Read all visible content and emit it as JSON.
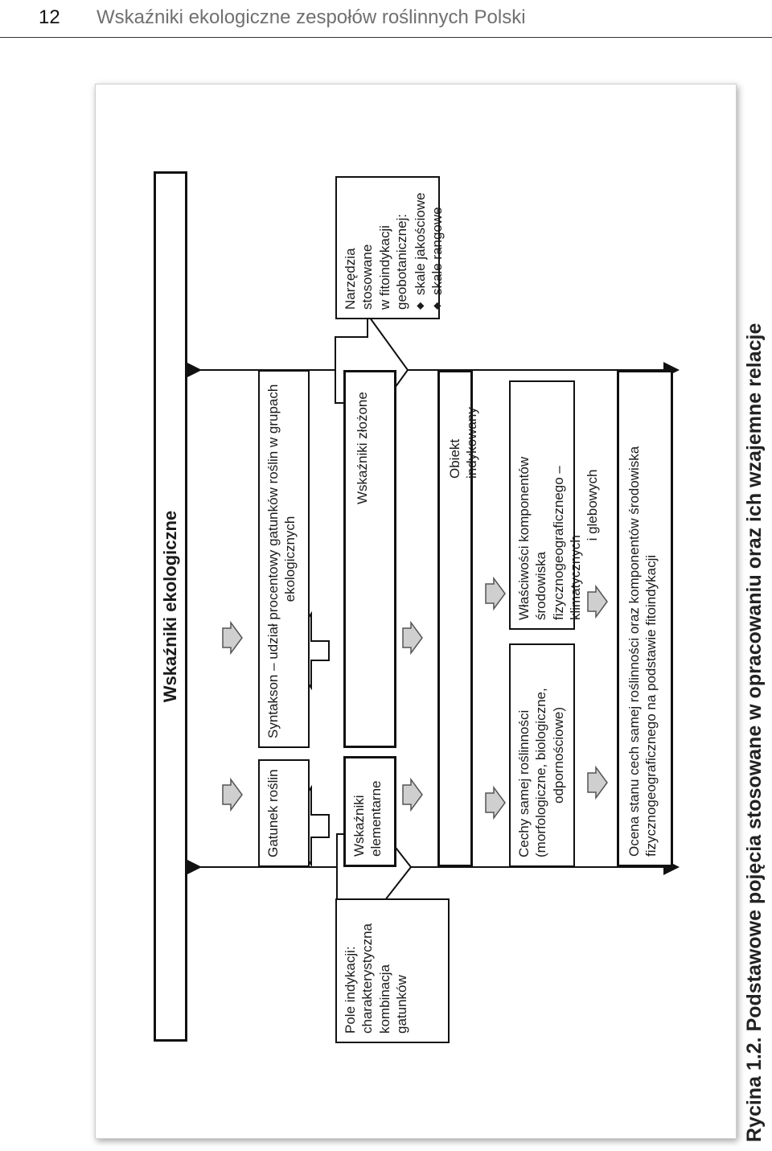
{
  "header": {
    "page_number": "12",
    "running_title": "Wskaźniki ekologiczne zespołów roślinnych Polski"
  },
  "diagram": {
    "main_title": "Wskaźniki ekologiczne",
    "tools": {
      "line1": "Narzędzia stosowane",
      "line2": "w fitoindykacji",
      "line3": "geobotanicznej:",
      "items": [
        "skale jakościowe",
        "skale rangowe"
      ]
    },
    "indication_field": {
      "line1": "Pole indykacji:",
      "line2": "charakterystyczna",
      "line3": "kombinacja",
      "line4": "gatunków"
    },
    "species": "Gatunek roślin",
    "syntaxon": {
      "line1": "Syntakson – udział procentowy gatunków roślin w grupach",
      "line2": "ekologicznych"
    },
    "elementary": {
      "line1": "Wskaźniki",
      "line2": "elementarne"
    },
    "complex": "Wskaźniki złożone",
    "object": "Obiekt indykowany",
    "vegetation_traits": {
      "line1": "Cechy samej  roślinności",
      "line2": "(morfologiczne, biologiczne,",
      "line3": "odpornościowe)"
    },
    "environment_props": {
      "line1": "Właściwości komponentów środowiska",
      "line2": "fizycznogeograficznego – klimatycznych",
      "line3": "i glebowych"
    },
    "assessment": {
      "line1": "Ocena stanu cech samej roślinności oraz komponentów środowiska",
      "line2": "fizycznogeograficznego na podstawie fitoindykacji"
    }
  },
  "caption": "Rycina 1.2. Podstawowe pojęcia stosowane w opracowaniu oraz ich wzajemne relacje"
}
